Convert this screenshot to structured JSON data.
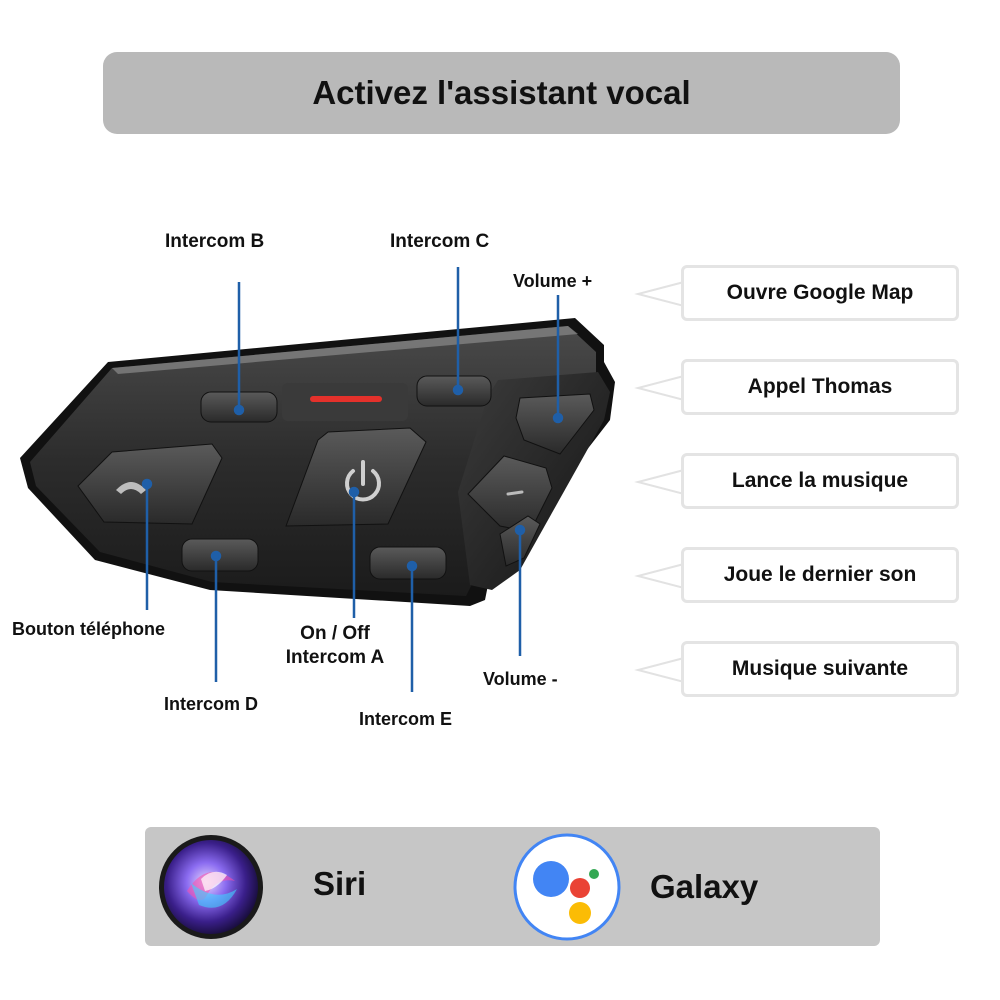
{
  "title": "Activez l'assistant vocal",
  "buttons": {
    "intercom_b": "Intercom B",
    "intercom_c": "Intercom C",
    "volume_plus": "Volume +",
    "volume_minus": "Volume -",
    "phone": "Bouton téléphone",
    "on_off": "On / Off",
    "intercom_a": "Intercom A",
    "intercom_d": "Intercom D",
    "intercom_e": "Intercom E"
  },
  "commands": [
    "Ouvre Google Map",
    "Appel Thomas",
    "Lance la musique",
    "Joue le dernier son",
    "Musique suivante"
  ],
  "assistants": {
    "siri": "Siri",
    "galaxy": "Galaxy"
  },
  "colors": {
    "callout_line": "#1f5fa8",
    "banner": "#b9b9b9",
    "assist_bar": "#c6c6c6",
    "device_body": "#2b2b2b",
    "led": "#e4312b"
  },
  "icons": {
    "phone_button": "phone-handset-icon",
    "power_button": "power-icon",
    "siri_logo": "siri-orb-icon",
    "assistant_logo": "google-assistant-dots-icon"
  }
}
